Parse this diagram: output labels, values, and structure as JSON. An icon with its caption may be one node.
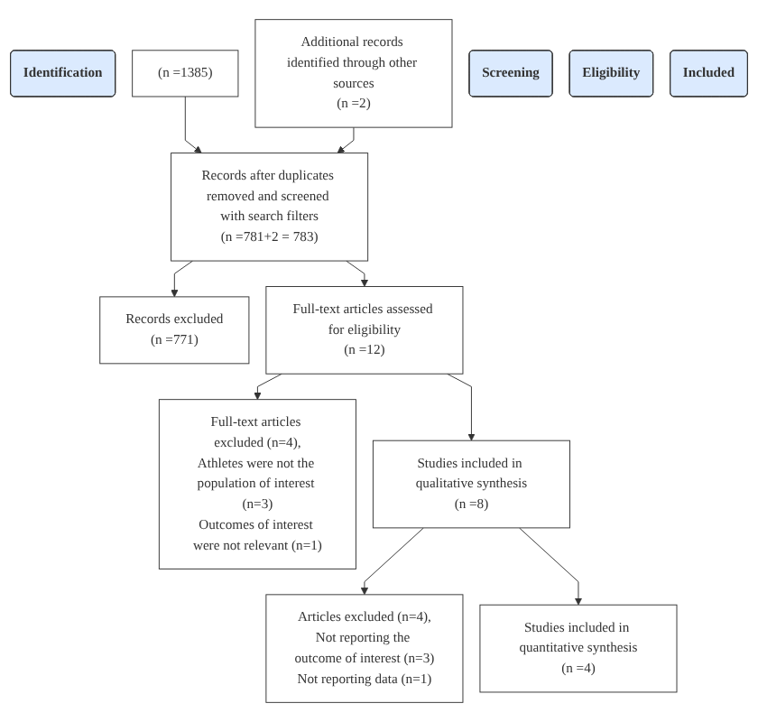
{
  "diagram": {
    "nodes": [
      {
        "text": [
          "Identification"
        ]
      },
      {
        "text": [
          "(n =1385)"
        ]
      },
      {
        "text": [
          "Additional records identified through other sources",
          "(n =2)"
        ]
      },
      {
        "text": [
          "Screening"
        ]
      },
      {
        "text": [
          "Records after duplicates removed and screened with search filters",
          "(n =781+2 = 783)"
        ]
      },
      {
        "text": [
          "Records excluded",
          "(n =771)"
        ]
      },
      {
        "text": [
          "Eligibility"
        ]
      },
      {
        "text": [
          "Full-text articles assessed for eligibility",
          "(n =12)"
        ]
      },
      {
        "text": [
          "Full-text articles excluded (n=4),",
          "Athletes were not the population of interest (n=3)",
          "Outcomes of interest were not relevant (n=1)"
        ]
      },
      {
        "text": [
          "Included"
        ]
      },
      {
        "text": [
          "Studies included in qualitative synthesis",
          "(n =8)"
        ]
      },
      {
        "text": [
          "Articles excluded (n=4),",
          "Not reporting the outcome of interest (n=3)",
          "Not reporting data (n=1)"
        ]
      },
      {
        "text": [
          "Studies included in quantitative synthesis",
          "(n =4)"
        ]
      }
    ],
    "edges": [
      {
        "from": 1,
        "to": 4,
        "arrow": "to"
      },
      {
        "from": 2,
        "to": 4,
        "arrow": "to"
      },
      {
        "from": 4,
        "to": 5,
        "arrow": "to"
      },
      {
        "from": 4,
        "to": 7,
        "arrow": "to"
      },
      {
        "from": 7,
        "to": 8,
        "arrow": "to"
      },
      {
        "from": 7,
        "to": 10,
        "arrow": "to"
      },
      {
        "from": 10,
        "to": 11,
        "arrow": "to"
      },
      {
        "from": 10,
        "to": 12,
        "arrow": "to"
      }
    ]
  }
}
